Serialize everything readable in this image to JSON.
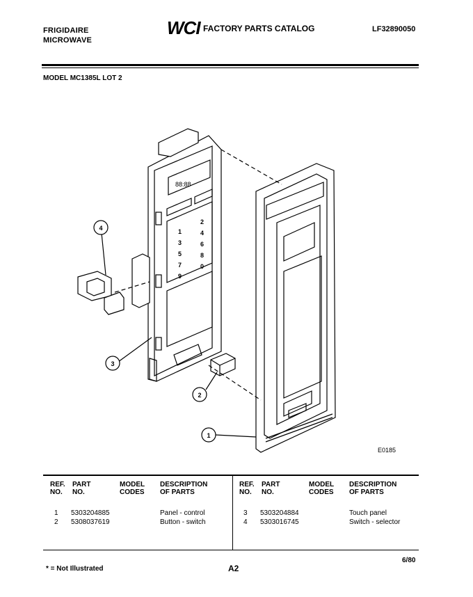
{
  "header": {
    "brand_line1": "FRIGIDAIRE",
    "brand_line2": "MICROWAVE",
    "logo": "WCI",
    "catalog_title": "FACTORY PARTS CATALOG",
    "catalog_number": "LF32890050",
    "model": "MODEL MC1385L LOT 2"
  },
  "diagram": {
    "code": "E0185",
    "callouts": [
      "1",
      "2",
      "3",
      "4"
    ],
    "keypad_digits": [
      "1",
      "2",
      "3",
      "4",
      "5",
      "6",
      "7",
      "8",
      "9",
      "0"
    ],
    "display_text": "88:88"
  },
  "table": {
    "headers": {
      "ref": [
        "REF.",
        "NO."
      ],
      "part": [
        "PART",
        "NO."
      ],
      "model": [
        "MODEL",
        "CODES"
      ],
      "desc": [
        "DESCRIPTION",
        "OF PARTS"
      ]
    },
    "left": [
      {
        "ref": "1",
        "part": "5303204885",
        "desc": "Panel - control"
      },
      {
        "ref": "2",
        "part": "5308037619",
        "desc": "Button - switch"
      }
    ],
    "right": [
      {
        "ref": "3",
        "part": "5303204884",
        "desc": "Touch panel"
      },
      {
        "ref": "4",
        "part": "5303016745",
        "desc": "Switch - selector"
      }
    ]
  },
  "footer": {
    "note": "* = Not Illustrated",
    "page": "A2",
    "date": "6/80"
  }
}
